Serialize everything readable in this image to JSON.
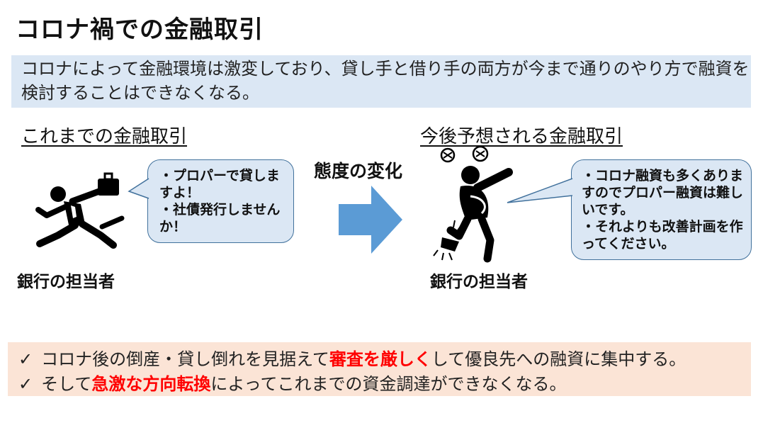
{
  "title": "コロナ禍での金融取引",
  "intro": "コロナによって金融環境は激変しており、貸し手と借り手の両方が今まで通りのやり方で融資を検討することはできなくなる。",
  "before": {
    "label": "これまでの金融取引",
    "speech": "・プロパーで貸しますよ！\n・社債発行しませんか！",
    "person": "銀行の担当者",
    "icon": "running-businessman-icon"
  },
  "change_label": "態度の変化",
  "after": {
    "label": "今後予想される金融取引",
    "speech": "・コロナ融資も多くありますのでプロパー融資は難しいです。\n・それよりも改善計画を作ってください。",
    "person": "銀行の担当者",
    "icon": "angry-person-icon"
  },
  "bullets": [
    {
      "check": "✓",
      "pre": "コロナ後の倒産・貸し倒れを見据えて",
      "emph": "審査を厳しく",
      "post": "して優良先への融資に集中する。"
    },
    {
      "check": "✓",
      "pre": "そして",
      "emph": "急激な方向転換",
      "post": "によってこれまでの資金調達ができなくなる。"
    }
  ],
  "colors": {
    "intro_bg": "#dbe7f4",
    "bubble_bg": "#dbe7f4",
    "bubble_border": "#41719c",
    "arrow": "#5b9bd5",
    "bottom_bg": "#fbe4d6",
    "emphasis": "#ff0000"
  }
}
